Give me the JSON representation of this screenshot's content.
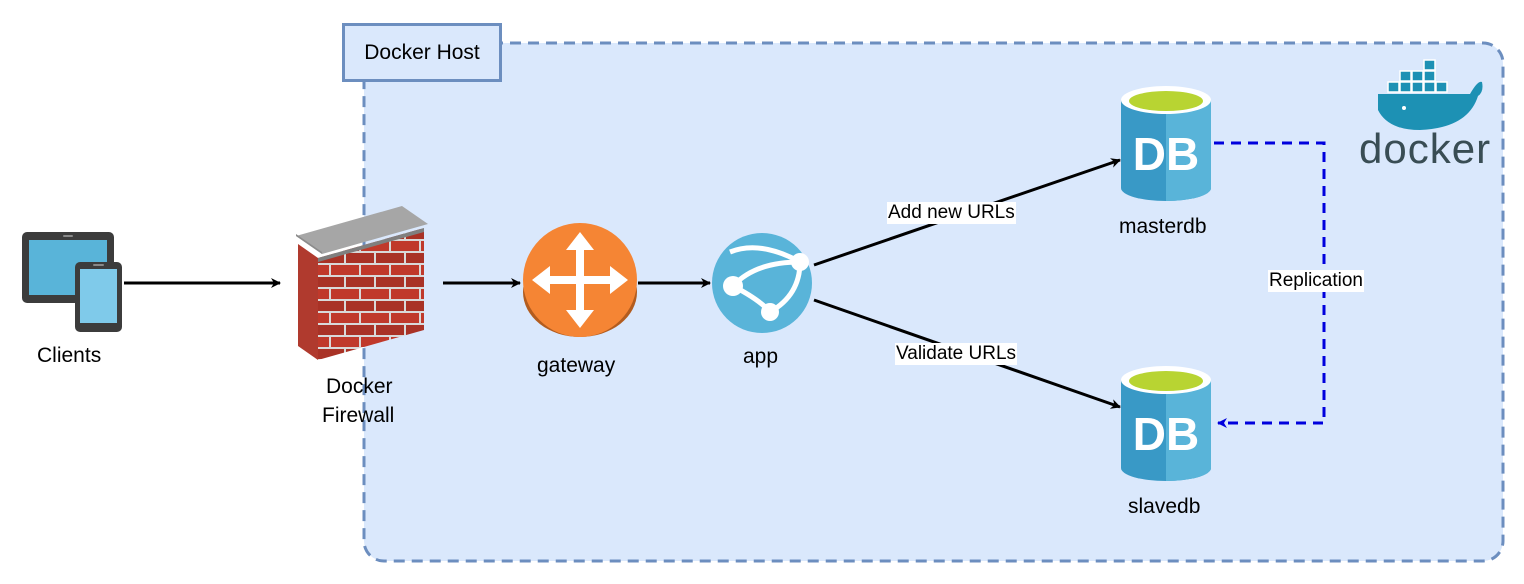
{
  "host": {
    "title": "Docker Host",
    "color_fill": "#dae8fc",
    "color_border": "#6c8ebf"
  },
  "nodes": {
    "clients": "Clients",
    "firewall_line1": "Docker",
    "firewall_line2": "Firewall",
    "gateway": "gateway",
    "app": "app",
    "masterdb": "masterdb",
    "slavedb": "slavedb",
    "db_glyph": "DB"
  },
  "edges": {
    "add": "Add new URLs",
    "validate": "Validate URLs",
    "replication": "Replication"
  },
  "logo": {
    "text": "docker",
    "icon": "docker-whale-icon"
  },
  "colors": {
    "arrow": "#000000",
    "replication": "#0000dd",
    "gateway": "#f58534",
    "app": "#59b4d9",
    "db": "#3999c6",
    "db_top": "#b8d432",
    "brick": "#c0392b"
  }
}
